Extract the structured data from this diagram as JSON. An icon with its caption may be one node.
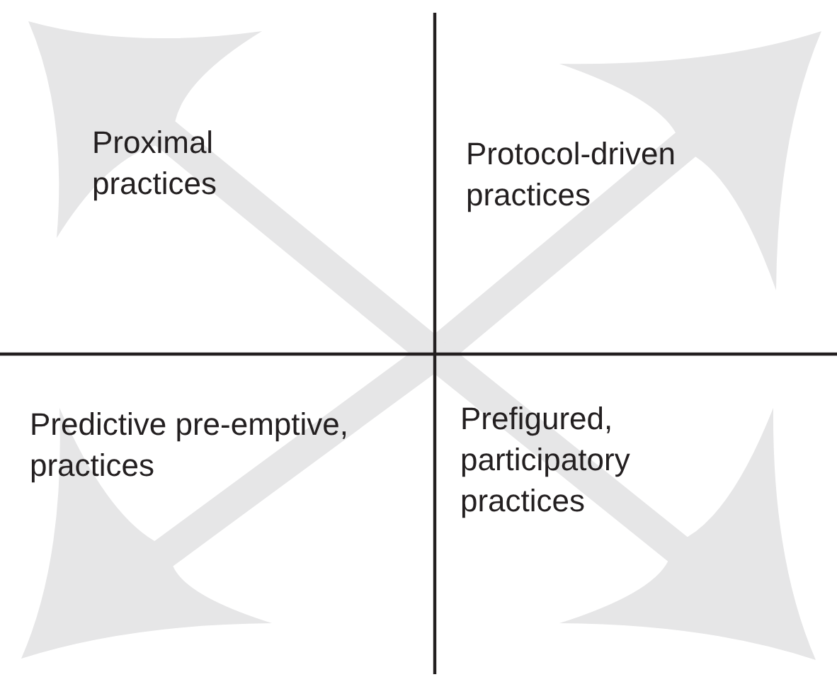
{
  "diagram": {
    "labels": [
      "Proximal practices",
      "Protocol-driven practices",
      "Predictive pre-emptive, practices",
      "Prefigured, participatory practices"
    ]
  }
}
